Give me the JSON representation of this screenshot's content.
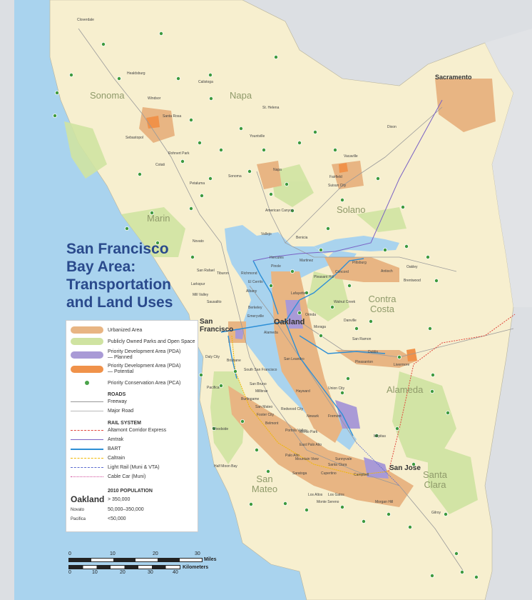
{
  "map": {
    "title_lines": [
      "San Francisco",
      "Bay Area:",
      "Transportation",
      "and Land Uses"
    ],
    "counties": [
      "Sonoma",
      "Napa",
      "Marin",
      "Solano",
      "Contra Costa",
      "Alameda",
      "San Mateo",
      "Santa Clara"
    ],
    "major_cities": [
      "Sacramento",
      "San Francisco",
      "Oakland",
      "San Jose"
    ],
    "small_labels": [
      "Cloverdale",
      "Healdsburg",
      "Calistoga",
      "Windsor",
      "Santa Rosa",
      "Sebastopol",
      "Rohnert Park",
      "Cotati",
      "Petaluma",
      "Sonoma",
      "Napa",
      "Yountville",
      "St. Helena",
      "Vacaville",
      "Fairfield",
      "Suisun City",
      "Dixon",
      "American Canyon",
      "Vallejo",
      "Benicia",
      "Novato",
      "San Rafael",
      "Larkspur",
      "Mill Valley",
      "Sausalito",
      "Tiburon",
      "Pittsburg",
      "Antioch",
      "Brentwood",
      "Oakley",
      "Concord",
      "Pleasant Hill",
      "Martinez",
      "Hercules",
      "Pinole",
      "Richmond",
      "El Cerrito",
      "Albany",
      "Berkeley",
      "Emeryville",
      "Walnut Creek",
      "Lafayette",
      "Orinda",
      "Moraga",
      "Danville",
      "San Ramon",
      "Dublin",
      "Pleasanton",
      "Livermore",
      "Alameda",
      "San Leandro",
      "Hayward",
      "Union City",
      "Fremont",
      "Newark",
      "Daly City",
      "Brisbane",
      "South San Francisco",
      "San Bruno",
      "Pacifica",
      "Millbrae",
      "Burlingame",
      "San Mateo",
      "Foster City",
      "Belmont",
      "Redwood City",
      "Menlo Park",
      "Palo Alto",
      "Mountain View",
      "Sunnyvale",
      "Santa Clara",
      "Cupertino",
      "Campbell",
      "Los Gatos",
      "Morgan Hill",
      "Gilroy",
      "Milpitas",
      "East Palo Alto",
      "Portola Valley",
      "Woodside",
      "Half Moon Bay",
      "Saratoga",
      "Los Altos",
      "Monte Sereno"
    ]
  },
  "legend": {
    "items": [
      {
        "label": "Urbanized Area",
        "color": "#e8b583"
      },
      {
        "label": "Publicly Owned Parks and Open Space",
        "color": "#cfe3a1"
      },
      {
        "label": "Priority Development Area (PDA) — Planned",
        "color": "#a99ad6"
      },
      {
        "label": "Priority Development Area (PDA) — Potential",
        "color": "#f0924a"
      },
      {
        "label": "Priority Conservation Area (PCA)",
        "color": "#4aa34a"
      }
    ],
    "roads_heading": "ROADS",
    "roads": [
      {
        "label": "Freeway",
        "color": "#999999"
      },
      {
        "label": "Major Road",
        "color": "#bbbbbb"
      }
    ],
    "rail_heading": "RAIL SYSTEM",
    "rail": [
      {
        "label": "Altamont Corridor Express",
        "color": "#e0453a"
      },
      {
        "label": "Amtrak",
        "color": "#7a62c4"
      },
      {
        "label": "BART",
        "color": "#2e8fd6"
      },
      {
        "label": "Caltrain",
        "color": "#f2b800"
      },
      {
        "label": "Light Rail (Muni & VTA)",
        "color": "#5a6bd0"
      },
      {
        "label": "Cable Car (Muni)",
        "color": "#d24b9a"
      }
    ],
    "population_heading": "2010 POPULATION",
    "population": [
      {
        "sample": "Oakland",
        "range": "> 350,000"
      },
      {
        "sample": "Novato",
        "range": "50,000–350,000"
      },
      {
        "sample": "Pacifica",
        "range": "<50,000"
      }
    ]
  },
  "scale": {
    "miles_ticks": [
      "0",
      "10",
      "20",
      "30"
    ],
    "miles_unit": "Miles",
    "km_ticks": [
      "0",
      "10",
      "20",
      "30",
      "40"
    ],
    "km_unit": "Kilometers"
  },
  "colors": {
    "water": "#a9d3ee",
    "land": "#f7efcf",
    "outside": "#dcdfe3",
    "urban": "#e8b583",
    "park": "#cfe3a1",
    "title": "#2a4a8c"
  }
}
